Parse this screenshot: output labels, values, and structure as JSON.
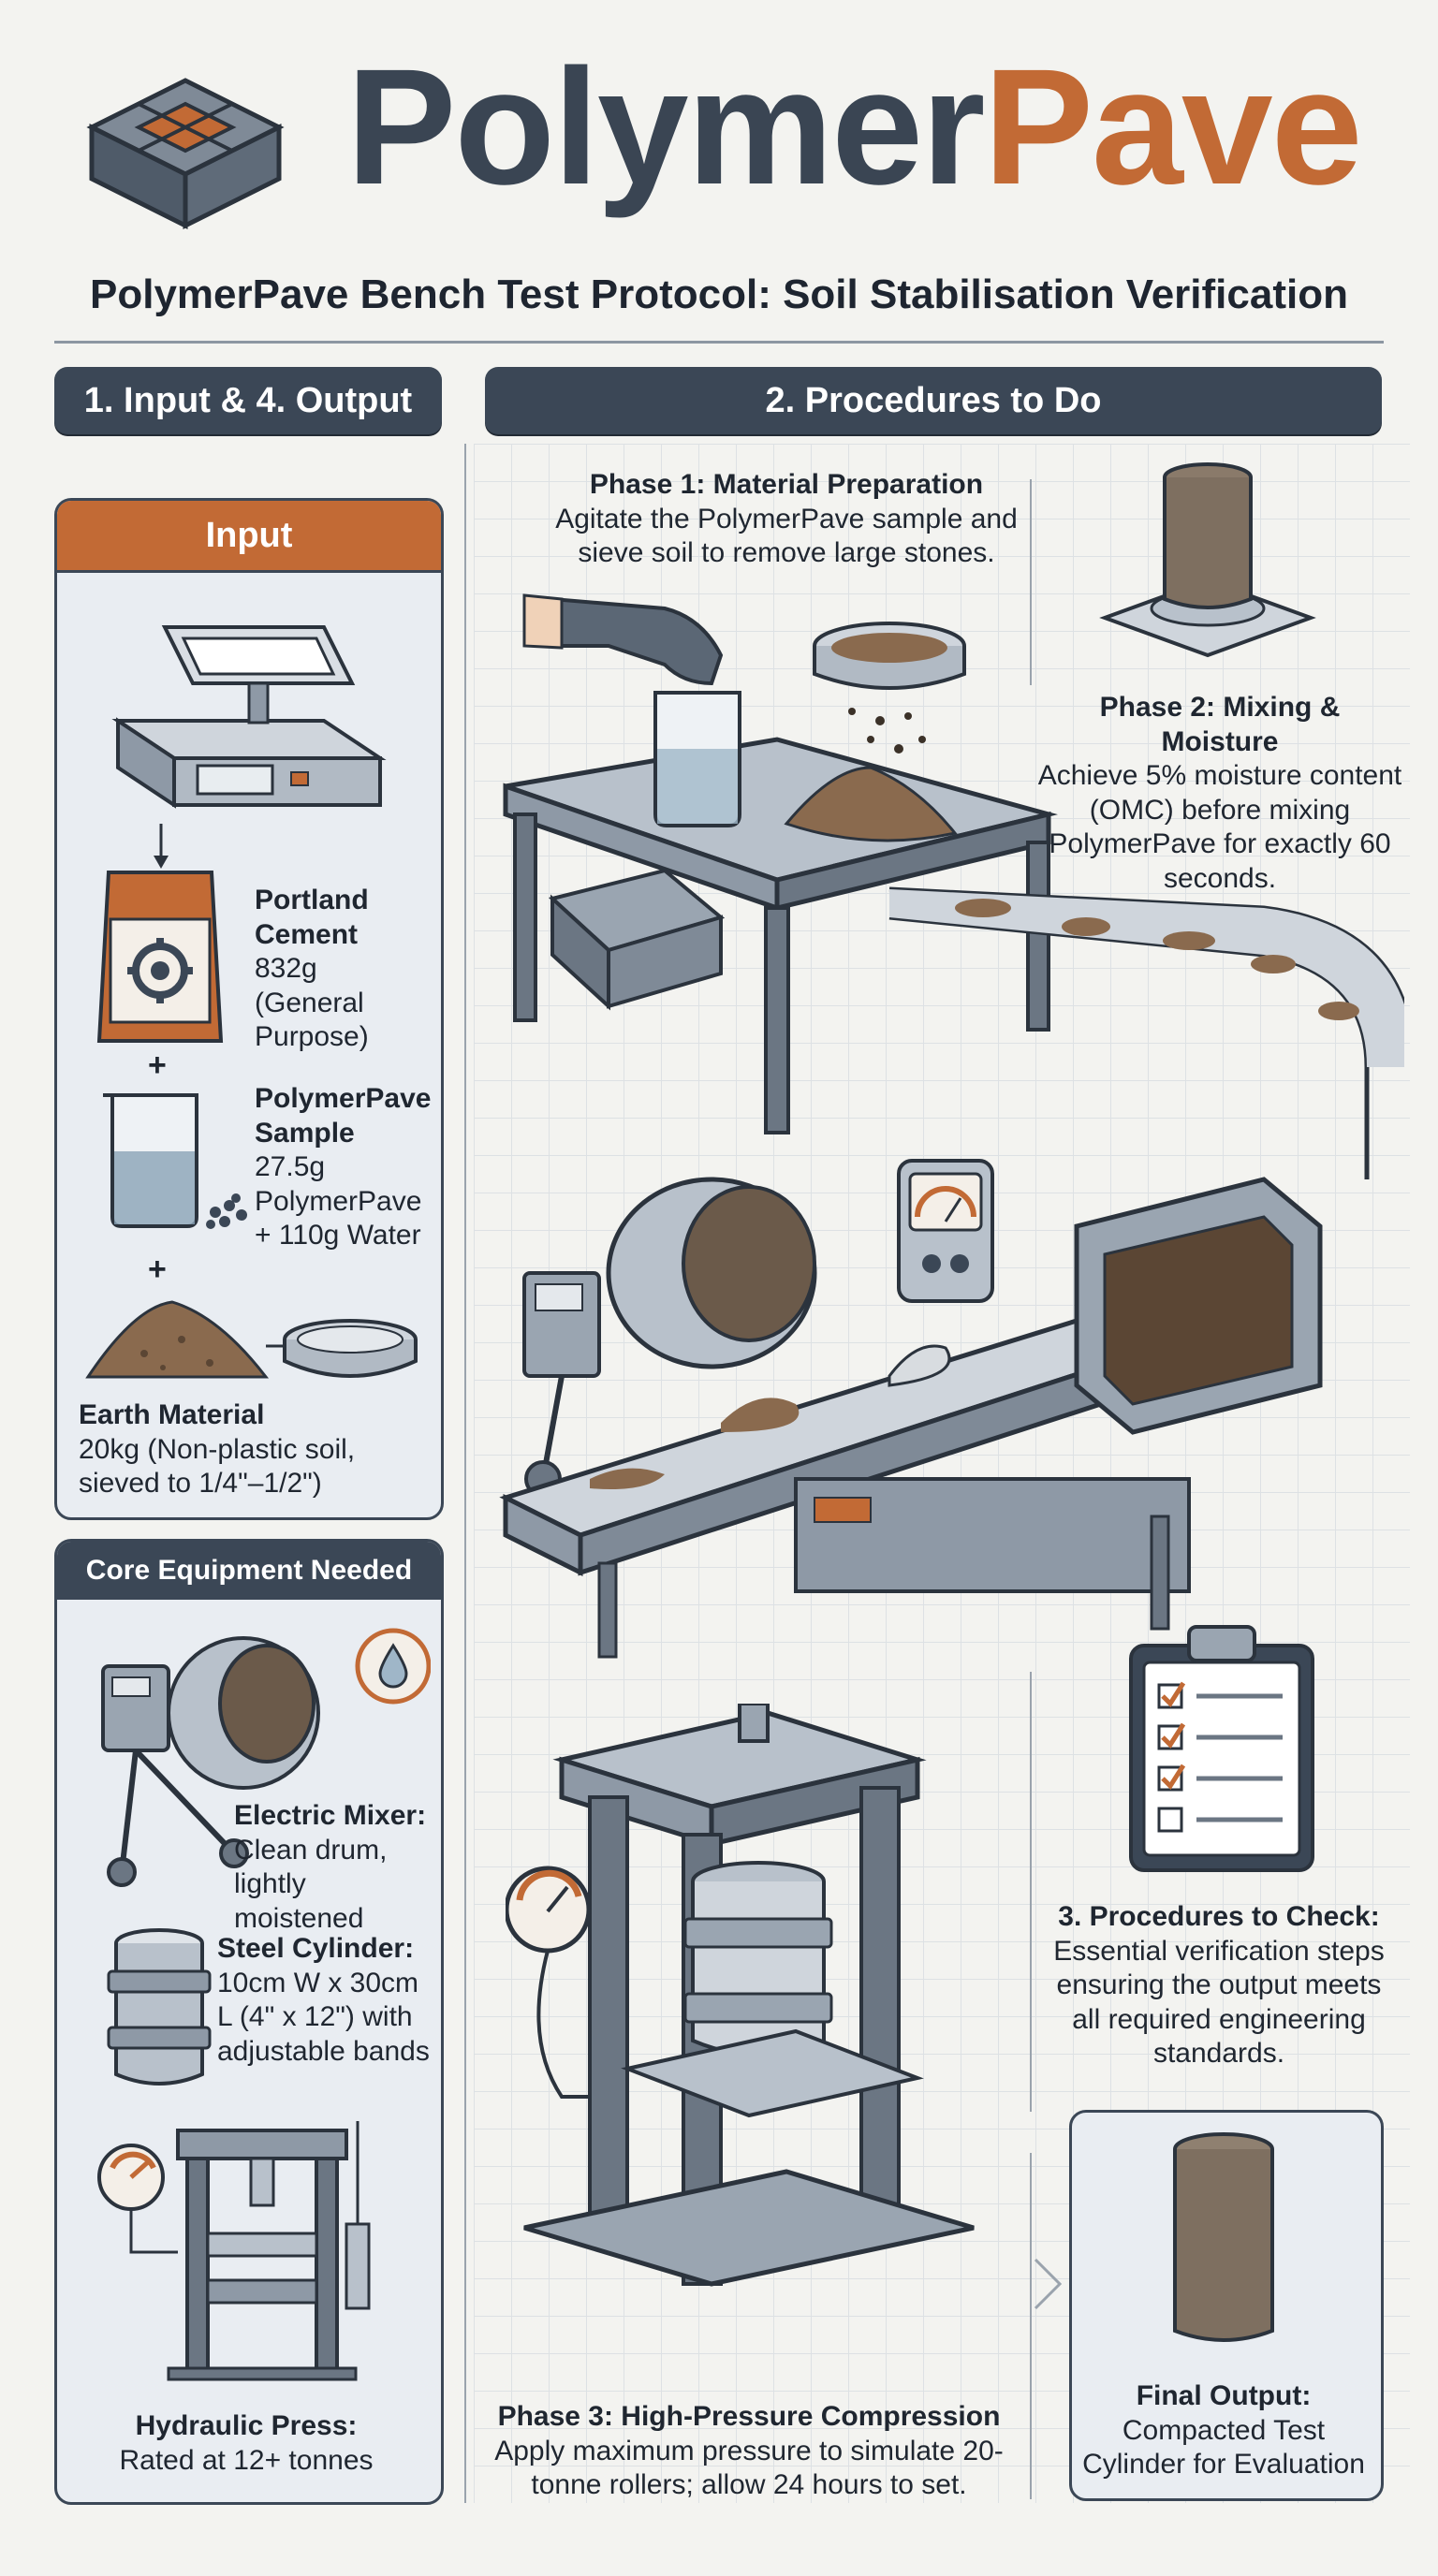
{
  "header": {
    "brand_part1": "Polymer",
    "brand_part2": "Pave",
    "title": "PolymerPave Bench Test Protocol: Soil Stabilisation Verification"
  },
  "sections": {
    "left_pill": "1. Input & 4. Output",
    "right_pill": "2. Procedures to Do"
  },
  "input_panel": {
    "heading": "Input",
    "items": [
      {
        "name": "Portland Cement",
        "detail": "832g (General Purpose)"
      },
      {
        "name": "PolymerPave Sample",
        "detail": "27.5g PolymerPave + 110g Water"
      },
      {
        "name": "Earth Material",
        "detail": "20kg (Non-plastic soil, sieved to 1/4\"–1/2\")"
      }
    ],
    "plus": "+"
  },
  "equipment_panel": {
    "heading": "Core Equipment Needed",
    "items": [
      {
        "name": "Electric Mixer:",
        "detail": "Clean drum, lightly moistened"
      },
      {
        "name": "Steel Cylinder:",
        "detail": "10cm W x 30cm L (4\" x 12\") with adjustable bands"
      },
      {
        "name": "Hydraulic Press:",
        "detail": "Rated at 12+ tonnes"
      }
    ]
  },
  "phases": [
    {
      "title": "Phase 1: Material Preparation",
      "detail": "Agitate the PolymerPave sample and sieve soil to remove large stones."
    },
    {
      "title": "Phase 2: Mixing & Moisture",
      "detail": "Achieve 5% moisture content (OMC) before mixing PolymerPave for exactly 60 seconds."
    },
    {
      "title": "Phase 3: High-Pressure Compression",
      "detail": "Apply maximum pressure to simulate 20-tonne rollers; allow 24 hours to set."
    }
  ],
  "check": {
    "title": "3. Procedures to Check:",
    "detail": "Essential verification steps ensuring the output meets all required engineering standards."
  },
  "output": {
    "title": "Final Output:",
    "detail": "Compacted Test Cylinder for Evaluation"
  },
  "colors": {
    "slate": "#3b4756",
    "orange": "#c26a35",
    "panel_bg": "#e9edf2",
    "page_bg": "#f3f3f0"
  }
}
